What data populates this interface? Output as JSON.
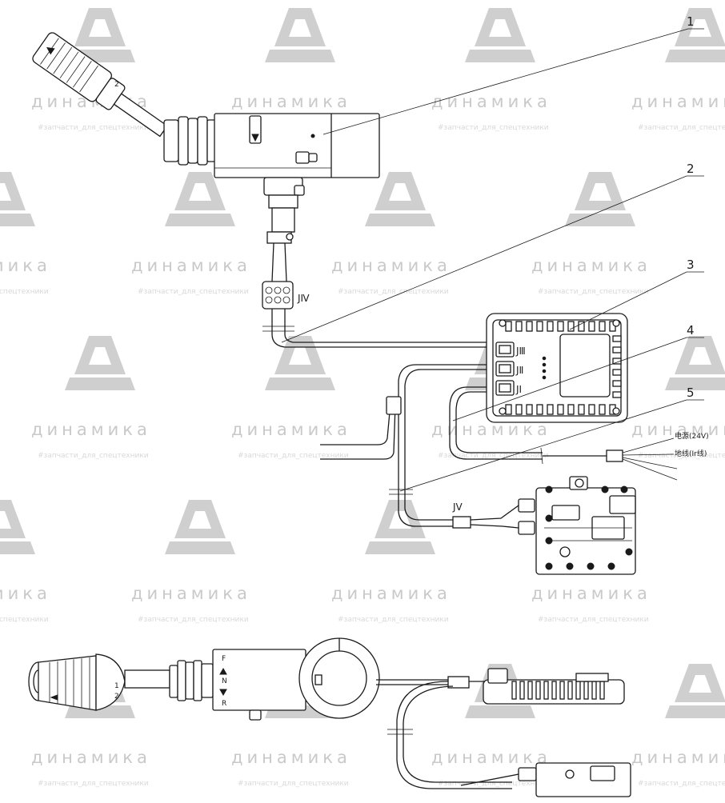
{
  "watermark": {
    "word": "динамика",
    "tagline": "#запчасти_для_спецтехники"
  },
  "callouts": [
    "1",
    "2",
    "3",
    "4",
    "5"
  ],
  "connectors": {
    "j4": "JⅣ",
    "j3": "JⅢ",
    "j2": "JⅡ",
    "j1": "JⅠ",
    "j5": "JV"
  },
  "wires": {
    "power": "电源(24V)",
    "ground": "地线(Ir线)"
  },
  "lever_marks": {
    "num1": "1",
    "num2": "2",
    "num2_top": "2",
    "forward": "F",
    "neutral": "N",
    "reverse": "R"
  }
}
